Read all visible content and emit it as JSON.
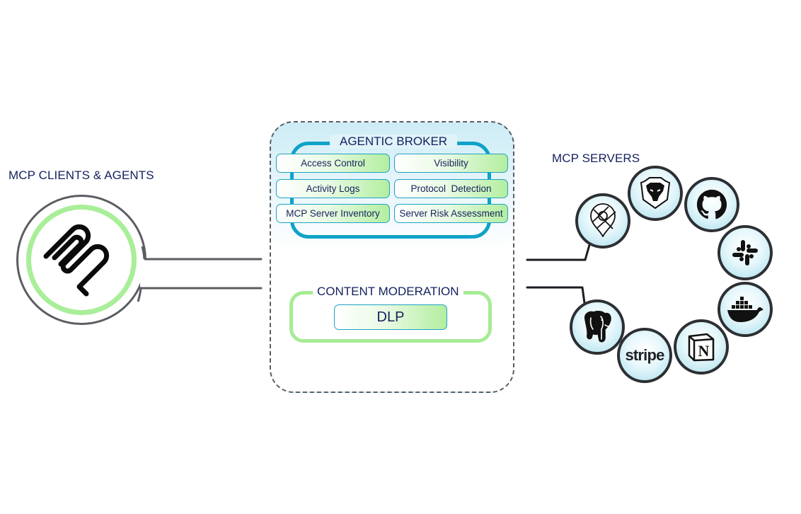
{
  "clients": {
    "title": "MCP CLIENTS & AGENTS",
    "icon": "mcp-logo-icon"
  },
  "broker": {
    "title": "AGENTIC BROKER",
    "features": [
      "Access Control",
      "Visibility",
      "Activity Logs",
      "Protocol  Detection",
      "MCP Server Inventory",
      "Server Risk Assessment"
    ]
  },
  "moderation": {
    "title": "CONTENT MODERATION",
    "items": [
      "DLP"
    ]
  },
  "servers": {
    "title": "MCP SERVERS",
    "items": [
      {
        "name": "Google Maps",
        "icon": "map-pin-icon"
      },
      {
        "name": "Brave",
        "icon": "brave-lion-icon"
      },
      {
        "name": "GitHub",
        "icon": "github-icon"
      },
      {
        "name": "Slack",
        "icon": "slack-icon"
      },
      {
        "name": "Docker",
        "icon": "docker-icon"
      },
      {
        "name": "Notion",
        "icon": "notion-icon"
      },
      {
        "name": "Stripe",
        "icon": "stripe-logo",
        "label": "stripe"
      },
      {
        "name": "PostgreSQL",
        "icon": "postgresql-elephant-icon"
      }
    ]
  },
  "colors": {
    "navy_text": "#14215e",
    "broker_frame": "#0ea2c8",
    "moderation_frame": "#a6eb95",
    "client_ring": "#a9ee99",
    "outline_gray": "#5b5d63",
    "server_border": "#2d2f33",
    "server_fill": "#a9dfec"
  }
}
